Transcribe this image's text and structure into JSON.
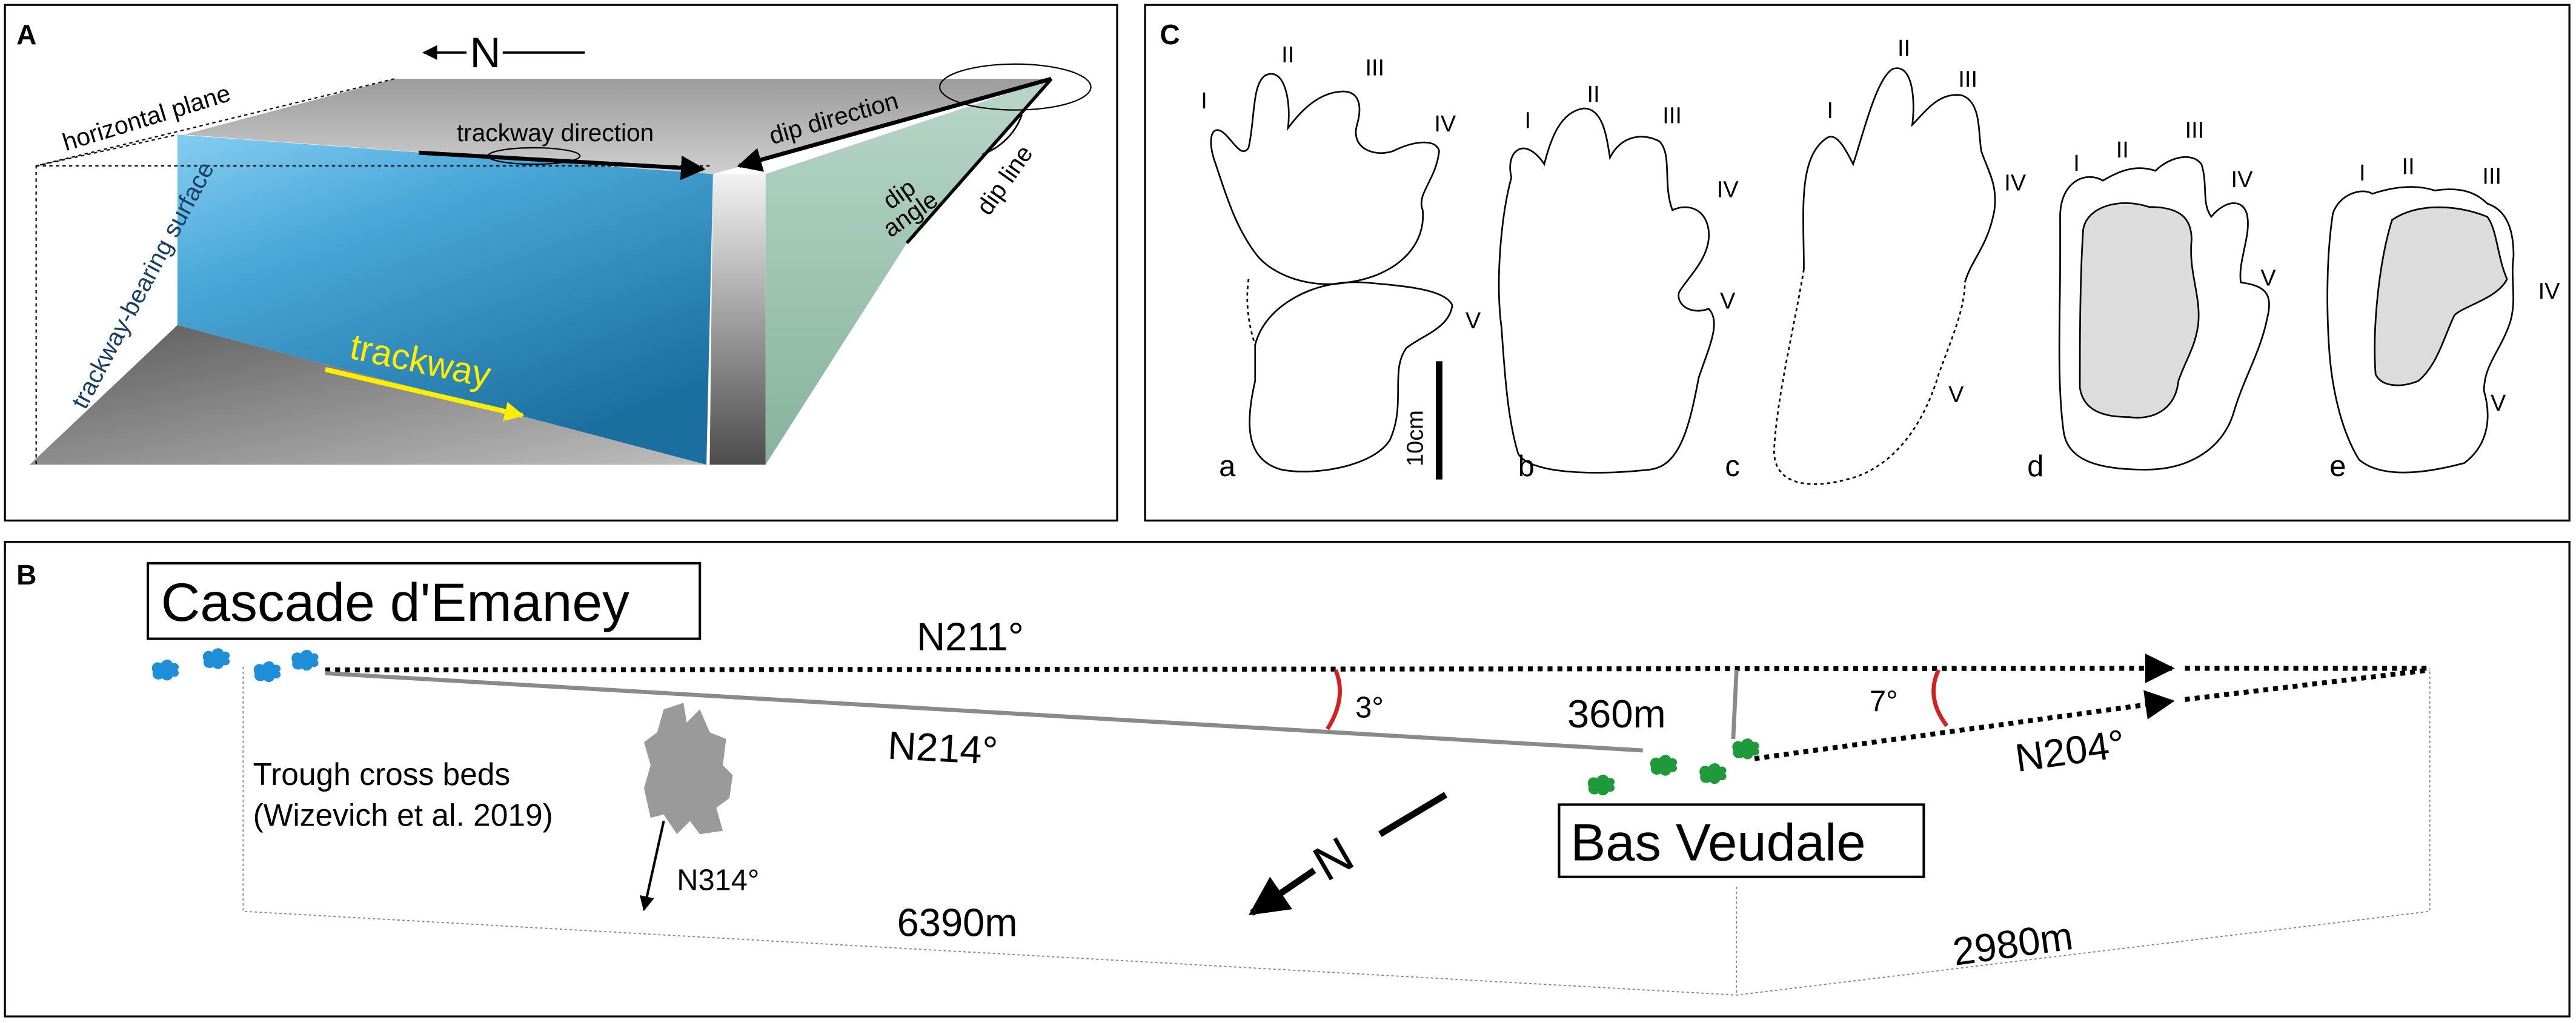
{
  "panel_a": {
    "label": "A",
    "north_label": "N",
    "horizontal_plane": "horizontal plane",
    "trackway_direction": "trackway direction",
    "dip_direction": "dip direction",
    "dip_angle_line1": "dip",
    "dip_angle_line2": "angle",
    "dip_line": "dip line",
    "trackway_bearing_surface": "trackway-bearing surface",
    "trackway": "trackway",
    "colors": {
      "surface_blue": "#1f78b4",
      "surface_light": "#7fc4ea",
      "trackway_arrow": "#ffee00",
      "grey_top": "#a7a7a7",
      "green_face": "#9fc9b4"
    }
  },
  "panel_b": {
    "label": "B",
    "site_1": "Cascade d'Emaney",
    "site_2": "Bas Veudale",
    "bearing_1": "N211°",
    "bearing_2": "N214°",
    "bearing_3": "N204°",
    "angle_1": "3°",
    "angle_2": "7°",
    "distance_1": "360m",
    "distance_2": "6390m",
    "distance_3": "2980m",
    "cross_beds_line1": "Trough cross beds",
    "cross_beds_line2": "(Wizevich et al. 2019)",
    "cross_beds_bearing": "N314°",
    "north_label": "N",
    "colors": {
      "footprint_blue": "#1e8fd6",
      "footprint_green": "#1f9a3a",
      "arc_red": "#d42020",
      "rose_grey": "#9a9a9a"
    }
  },
  "panel_c": {
    "label": "C",
    "scale_label": "10cm",
    "digits": [
      "I",
      "II",
      "III",
      "IV",
      "V"
    ],
    "prints": [
      "a",
      "b",
      "c",
      "d",
      "e"
    ],
    "colors": {
      "infill_grey": "#dcdcdc"
    }
  }
}
